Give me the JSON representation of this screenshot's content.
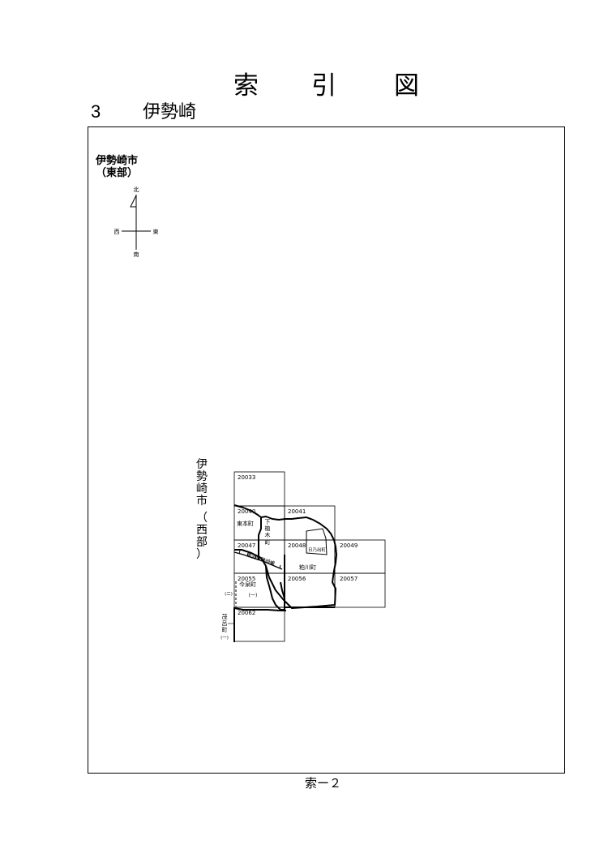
{
  "title": {
    "chars": [
      "索",
      "引",
      "図"
    ]
  },
  "section": {
    "number": "3",
    "name": "伊勢崎"
  },
  "east_map": {
    "title": "伊勢崎市",
    "subtitle": "（東部）",
    "compass": {
      "north": "北",
      "south": "南",
      "east": "東",
      "west": "西"
    }
  },
  "west_map": {
    "label_chars": [
      "伊",
      "勢",
      "崎",
      "市",
      "（",
      "西",
      "部",
      "）"
    ],
    "tiles": [
      {
        "id": "20033"
      },
      {
        "id": "20040"
      },
      {
        "id": "20041"
      },
      {
        "id": "20047"
      },
      {
        "id": "20048"
      },
      {
        "id": "20049"
      },
      {
        "id": "20055"
      },
      {
        "id": "20056"
      },
      {
        "id": "20057"
      },
      {
        "id": "20062"
      }
    ],
    "places": {
      "higashihoncho": "東本町",
      "shimouekimachi": [
        "下",
        "植",
        "木",
        "町"
      ],
      "hinodecho": "日乃出町",
      "funakawacho": "粕川町",
      "imaizumicho": "今泉町",
      "imaizumicho_sub": "(一)",
      "imaizumicho_side": "(二)",
      "moromachi": [
        "茂",
        "呂",
        "町"
      ],
      "moromachi_sub": "(一)",
      "railway": "東武伊勢崎線"
    }
  },
  "footer": {
    "page": "索ー２"
  }
}
